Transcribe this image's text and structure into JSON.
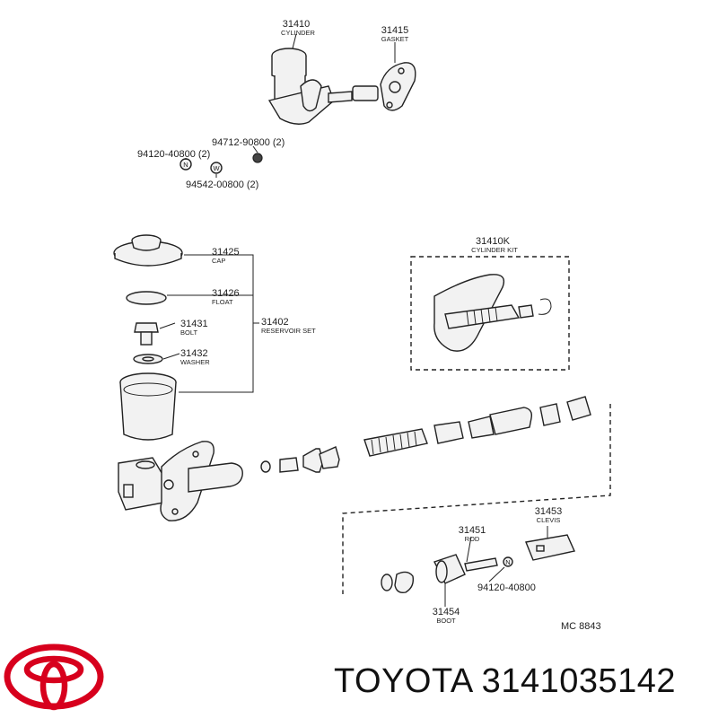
{
  "parts": {
    "p31410": {
      "number": "31410",
      "name": "CYLINDER"
    },
    "p31415": {
      "number": "31415",
      "name": "GASKET"
    },
    "p94712": {
      "number": "94712-90800 (2)"
    },
    "p94120a": {
      "number": "94120-40800 (2)"
    },
    "p94542": {
      "number": "94542-00800 (2)"
    },
    "p31425": {
      "number": "31425",
      "name": "CAP"
    },
    "p31426": {
      "number": "31426",
      "name": "FLOAT"
    },
    "p31431": {
      "number": "31431",
      "name": "BOLT"
    },
    "p31432": {
      "number": "31432",
      "name": "WASHER"
    },
    "p31402": {
      "number": "31402",
      "name": "RESERVOIR SET"
    },
    "p31410K": {
      "number": "31410K",
      "name": "CYLINDER KIT"
    },
    "p31453": {
      "number": "31453",
      "name": "CLEVIS"
    },
    "p31451": {
      "number": "31451",
      "name": "ROD"
    },
    "p94120b": {
      "number": "94120-40800"
    },
    "p31454": {
      "number": "31454",
      "name": "BOOT"
    }
  },
  "washer_marks": {
    "n": "N",
    "w": "W"
  },
  "diagram_code": "MC  8843",
  "brand": {
    "text": "TOYOTA 3141035142",
    "logo_color": "#d7001d"
  }
}
